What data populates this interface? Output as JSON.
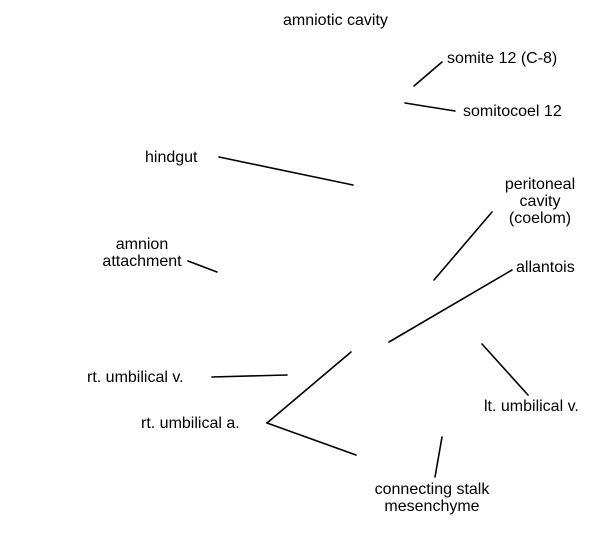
{
  "labels": {
    "amniotic_cavity": "amniotic cavity",
    "somite": "somite 12 (C-8)",
    "somitocoel": "somitocoel 12",
    "hindgut": "hindgut",
    "peritoneal_line1": "peritoneal",
    "peritoneal_line2": "cavity",
    "peritoneal_line3": "(coelom)",
    "amnion_line1": "amnion",
    "amnion_line2": "attachment",
    "allantois": "allantois",
    "rt_umbilical_v": "rt. umbilical v.",
    "lt_umbilical_v": "lt. umbilical v.",
    "rt_umbilical_a": "rt. umbilical a.",
    "connecting_line1": "connecting stalk",
    "connecting_line2": "mesenchyme"
  }
}
